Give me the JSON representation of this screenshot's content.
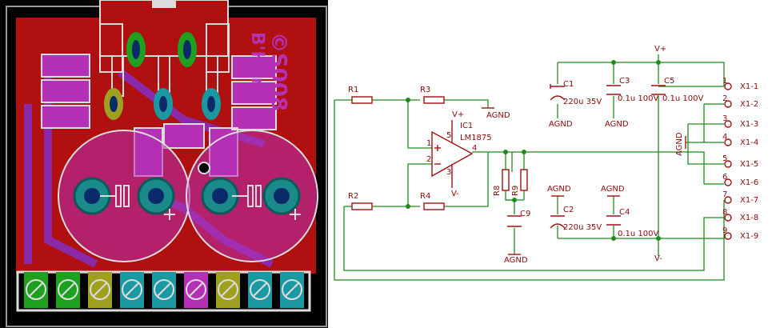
{
  "pcb": {
    "silkscreen_text": "©S008",
    "silkscreen_text2": "B'Hant"
  },
  "schematic": {
    "components": {
      "R1": "R1",
      "R2": "R2",
      "R3": "R3",
      "R4": "R4",
      "R8": "R8",
      "R9": "R9",
      "IC1": "IC1",
      "IC1_value": "LM1875",
      "C1": "C1",
      "C1_value": "220u 35V",
      "C2": "C2",
      "C2_value": "220u 35V",
      "C3": "C3",
      "C3_value": "0.1u 100V",
      "C4": "C4",
      "C4_value": "0.1u 100V",
      "C5": "C5",
      "C5_value": "0.1u 100V",
      "C9": "C9"
    },
    "pin_numbers": {
      "p1": "1",
      "p2": "2",
      "p3": "3",
      "p4": "4",
      "p5": "5"
    },
    "nets": {
      "vplus": "V+",
      "vminus": "V-",
      "agnd": "AGND"
    },
    "connector": [
      {
        "pin": "1",
        "label": "X1-1"
      },
      {
        "pin": "2",
        "label": "X1-2"
      },
      {
        "pin": "3",
        "label": "X1-3"
      },
      {
        "pin": "4",
        "label": "X1-4"
      },
      {
        "pin": "5",
        "label": "X1-5"
      },
      {
        "pin": "6",
        "label": "X1-6"
      },
      {
        "pin": "7",
        "label": "X1-7"
      },
      {
        "pin": "8",
        "label": "X1-8"
      },
      {
        "pin": "9",
        "label": "X1-9"
      }
    ]
  }
}
